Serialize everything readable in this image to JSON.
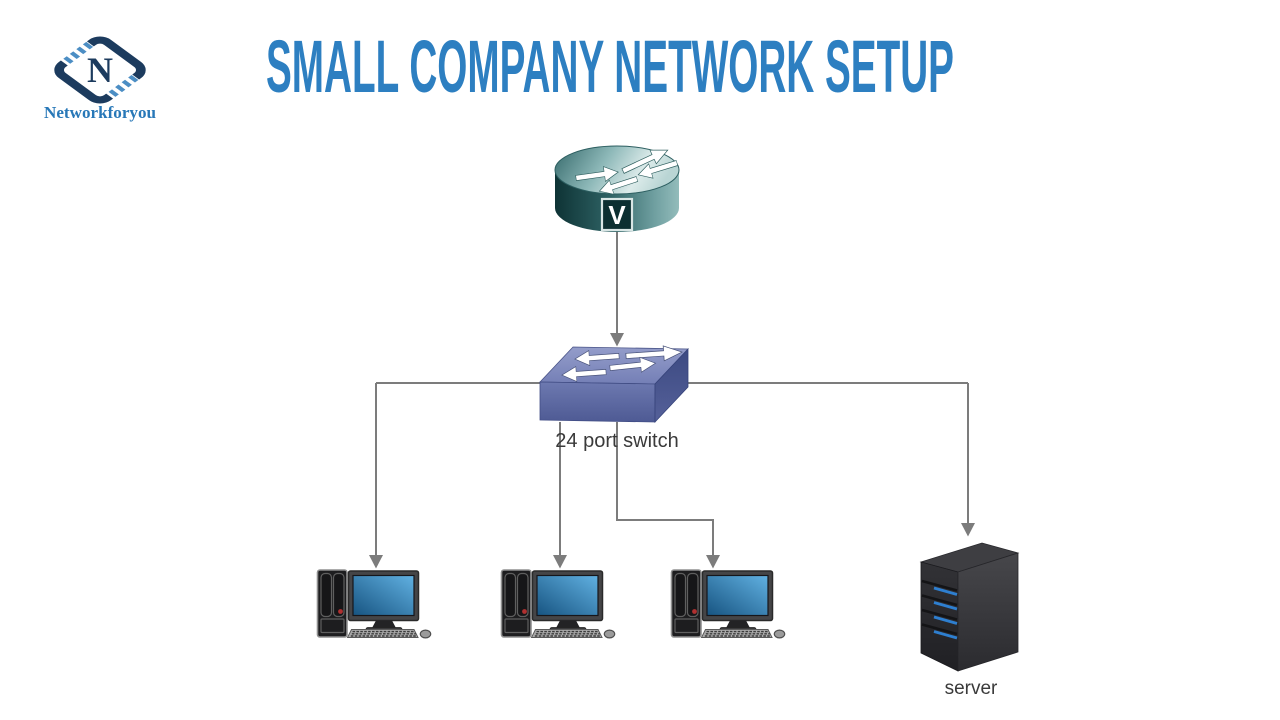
{
  "header": {
    "brand": {
      "name": "Networkforyou",
      "initial": "N"
    },
    "title": "SMALL COMPANY NETWORK SETUP"
  },
  "diagram": {
    "router": {
      "badge": "V"
    },
    "switch_label": "24 port switch",
    "server_label": "server",
    "workstation_count": 3
  },
  "colors": {
    "title_blue": "#2d7fc1",
    "brand_navy": "#1c3b5e",
    "brand_blue": "#2878b8",
    "stripe_blue": "#4c8ec4",
    "connector_gray": "#7c7c7c",
    "label_dark": "#3a3a3a",
    "switch_blue": "#6d79b0",
    "router_teal": "#2f6365",
    "screen_blue": "#2f85c2",
    "server_slot_blue": "#2e7fd0"
  }
}
